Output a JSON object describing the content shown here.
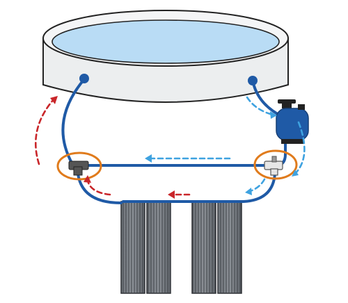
{
  "diagram": {
    "components": [
      {
        "id": "pool",
        "kind": "above-ground-pool"
      },
      {
        "id": "sand-filter",
        "kind": "pump-filter-tank"
      },
      {
        "id": "tee-junction",
        "kind": "pipe-tee",
        "highlighted": true
      },
      {
        "id": "bypass-valve",
        "kind": "three-way-valve",
        "highlighted": true
      },
      {
        "id": "solar-panels",
        "kind": "solar-collector-panels",
        "count": 4
      }
    ],
    "flows": [
      {
        "id": "cold-to-filter",
        "kind": "cold",
        "style": "dashed"
      },
      {
        "id": "bypass-return",
        "kind": "cold",
        "style": "dashed"
      },
      {
        "id": "cold-to-panels",
        "kind": "cold",
        "style": "dashed"
      },
      {
        "id": "warm-from-panels",
        "kind": "warm",
        "style": "dashed"
      },
      {
        "id": "warm-to-pool",
        "kind": "warm",
        "style": "dashed"
      }
    ],
    "colors": {
      "pipe": "#1f5aa6",
      "water": "#b9dcf5",
      "pool_wall": "#eceeef",
      "filter_tank": "#1f5aa6",
      "highlight_ring": "#e07b1c",
      "cold_flow": "#3ea2e0",
      "warm_flow": "#c9262a",
      "panel": "#7a7f85",
      "outline": "#222222"
    }
  }
}
